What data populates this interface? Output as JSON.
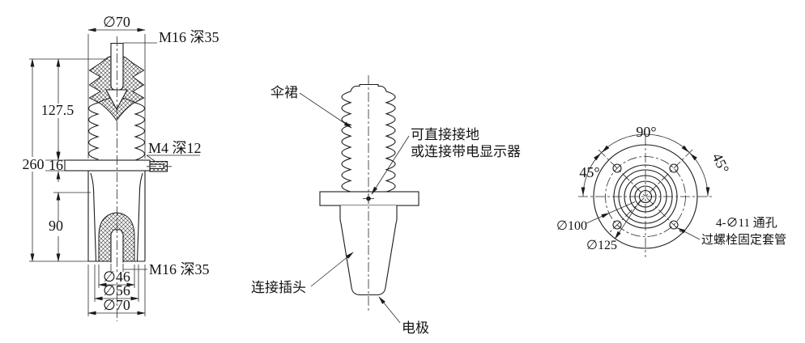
{
  "colors": {
    "background": "#ffffff",
    "ink": "#1b1b1b"
  },
  "left": {
    "dia70_top": "∅70",
    "m16_top": "M16 深35",
    "dim_127_5": "127.5",
    "dim_260": "260",
    "dim_16": "16",
    "m4_side": "M4 深12",
    "dim_90": "90",
    "m16_bottom": "M16 深35",
    "dia46": "∅46",
    "dia56": "∅56",
    "dia70_bottom": "∅70"
  },
  "middle": {
    "shed": "伞裙",
    "ground_line1": "可直接接地",
    "ground_line2": "或连接带电显示器",
    "plug": "连接插头",
    "electrode": "电极"
  },
  "right": {
    "angle_90": "90°",
    "angle_45_left": "45°",
    "angle_45_right": "45°",
    "dia100": "∅100",
    "dia125": "∅125",
    "holes_line1": "4-∅11 通孔",
    "holes_line2": "过螺栓固定套管"
  }
}
